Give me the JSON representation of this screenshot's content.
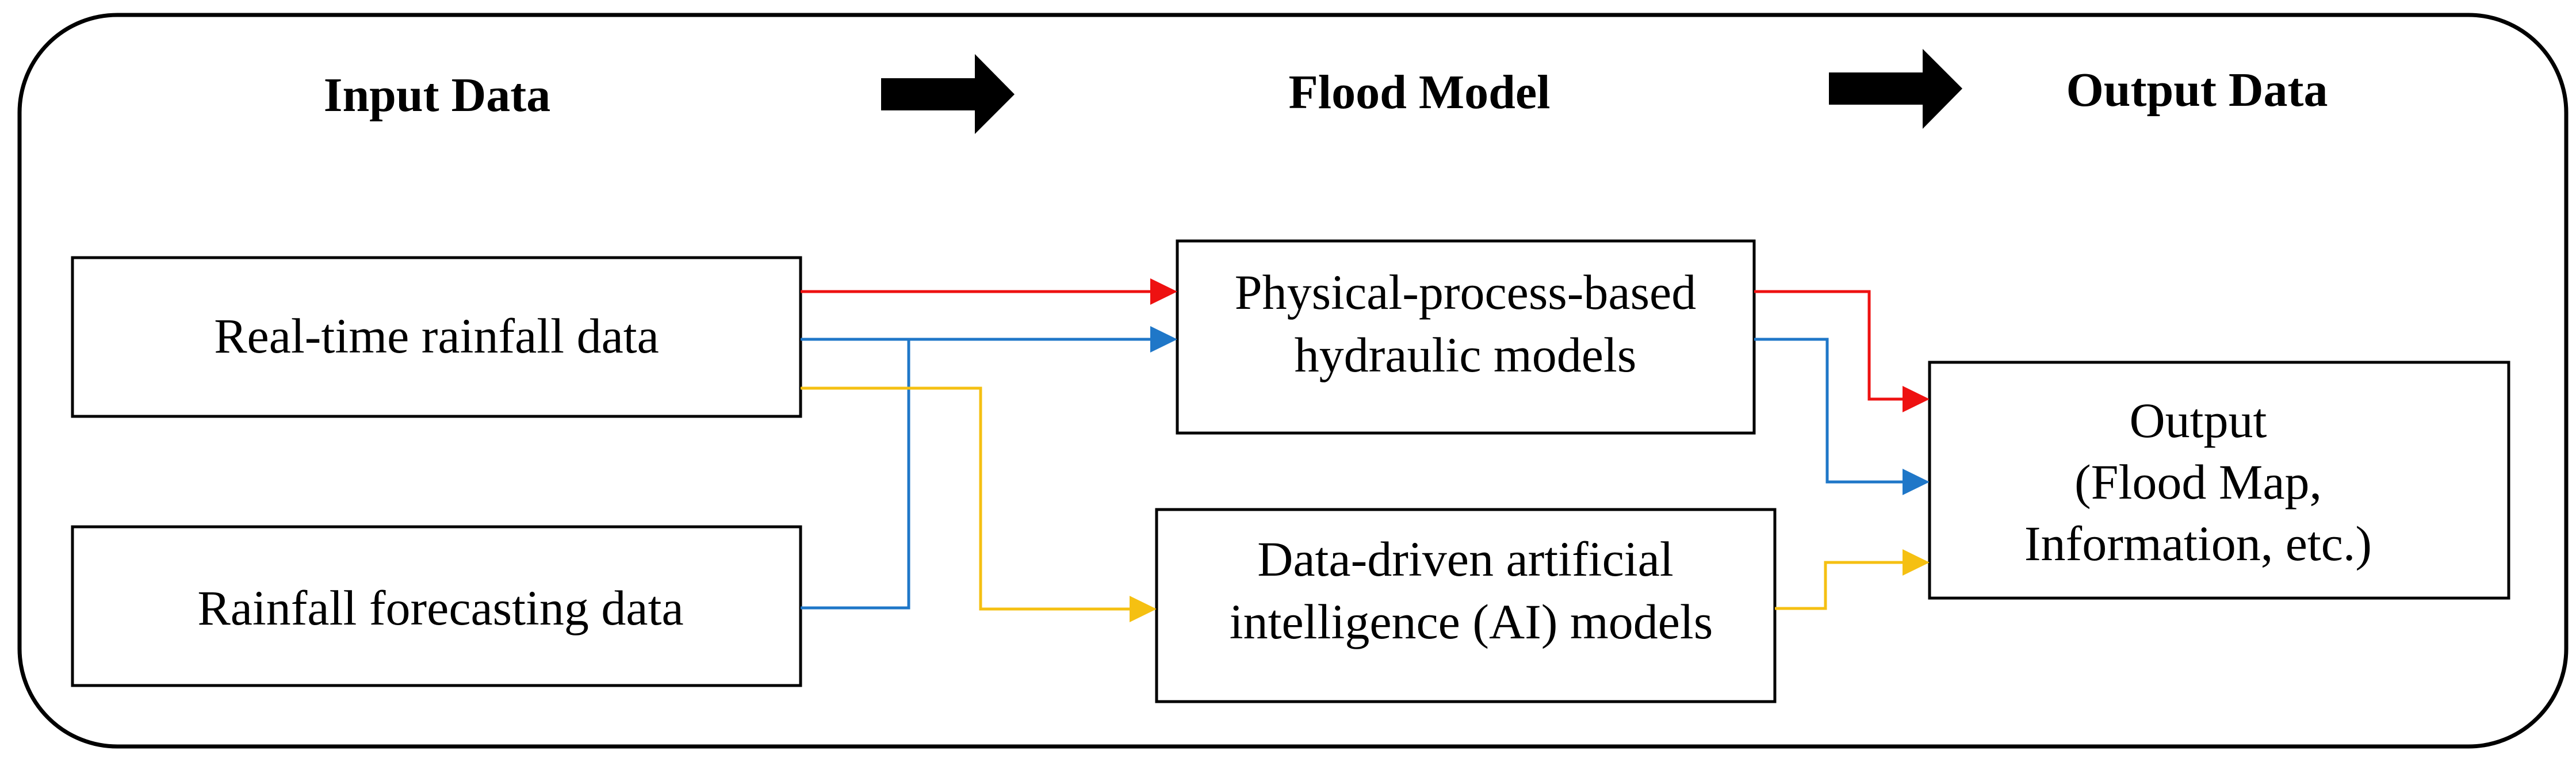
{
  "headers": {
    "input": "Input Data",
    "model": "Flood Model",
    "output": "Output Data"
  },
  "boxes": {
    "realtime": {
      "label": "Real-time rainfall data"
    },
    "forecast": {
      "label": "Rainfall forecasting data"
    },
    "physical": {
      "line1": "Physical-process-based",
      "line2": "hydraulic models"
    },
    "ai": {
      "line1": "Data-driven artificial",
      "line2": "intelligence (AI) models"
    },
    "output": {
      "line1": "Output",
      "line2": "(Flood Map,",
      "line3": "Information, etc.)"
    }
  },
  "colors": {
    "red": "#ee1111",
    "blue": "#1f77c8",
    "yellow": "#f5c012",
    "border": "#000000"
  },
  "icons": [
    "arrow-right-icon",
    "arrow-right-icon"
  ]
}
